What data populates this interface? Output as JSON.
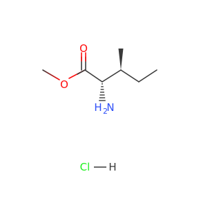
{
  "molecule": {
    "atoms": {
      "ether_oxygen": "O",
      "carbonyl_oxygen": "O",
      "amine_n": "N",
      "amine_h": "H",
      "amine_subscript": "2",
      "chloride": "Cl",
      "hydrogen": "H"
    },
    "colors": {
      "bond": "#3a3a3a",
      "oxygen": "#ff0d0d",
      "nitrogen": "#3050f8",
      "chlorine": "#1ff01f",
      "hydrogen_on_hcl": "#3a3a3a"
    }
  }
}
